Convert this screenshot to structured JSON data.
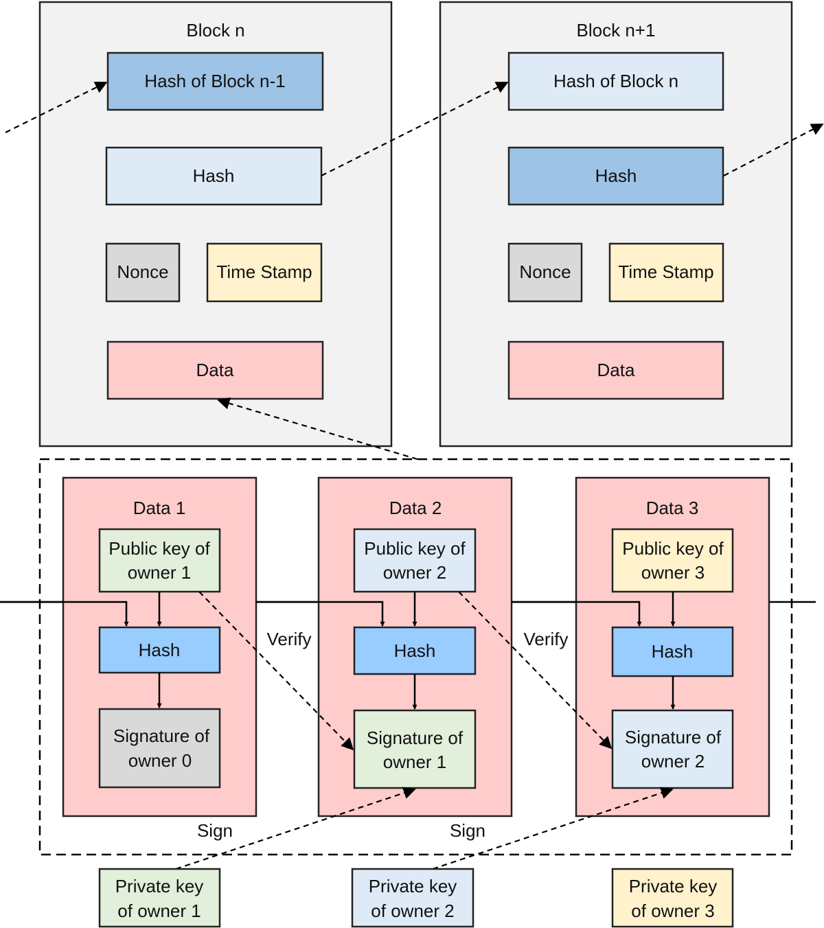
{
  "colors": {
    "dark_blue": "#9dc3e6",
    "light_blue": "#deebf7",
    "gray": "#d9d9d9",
    "yellow": "#fff2cc",
    "pink": "#ffcccc",
    "green": "#e2efda",
    "hash_blue": "#99ccff",
    "block_bg": "#f2f2f2"
  },
  "blocks": [
    {
      "title": "Block n",
      "prev_hash": "Hash of Block n-1",
      "hash": "Hash",
      "nonce": "Nonce",
      "timestamp": "Time Stamp",
      "data": "Data"
    },
    {
      "title": "Block n+1",
      "prev_hash": "Hash of Block n",
      "hash": "Hash",
      "nonce": "Nonce",
      "timestamp": "Time Stamp",
      "data": "Data"
    }
  ],
  "transactions": [
    {
      "title": "Data 1",
      "public_key": [
        "Public key of",
        "owner 1"
      ],
      "hash": "Hash",
      "signature": [
        "Signature of",
        "owner 0"
      ]
    },
    {
      "title": "Data 2",
      "public_key": [
        "Public key of",
        "owner 2"
      ],
      "hash": "Hash",
      "signature": [
        "Signature of",
        "owner 1"
      ]
    },
    {
      "title": "Data 3",
      "public_key": [
        "Public key of",
        "owner 3"
      ],
      "hash": "Hash",
      "signature": [
        "Signature of",
        "owner 2"
      ]
    }
  ],
  "private_keys": [
    [
      "Private key",
      "of owner 1"
    ],
    [
      "Private key",
      "of owner 2"
    ],
    [
      "Private key",
      "of owner 3"
    ]
  ],
  "labels": {
    "verify": "Verify",
    "sign": "Sign"
  }
}
